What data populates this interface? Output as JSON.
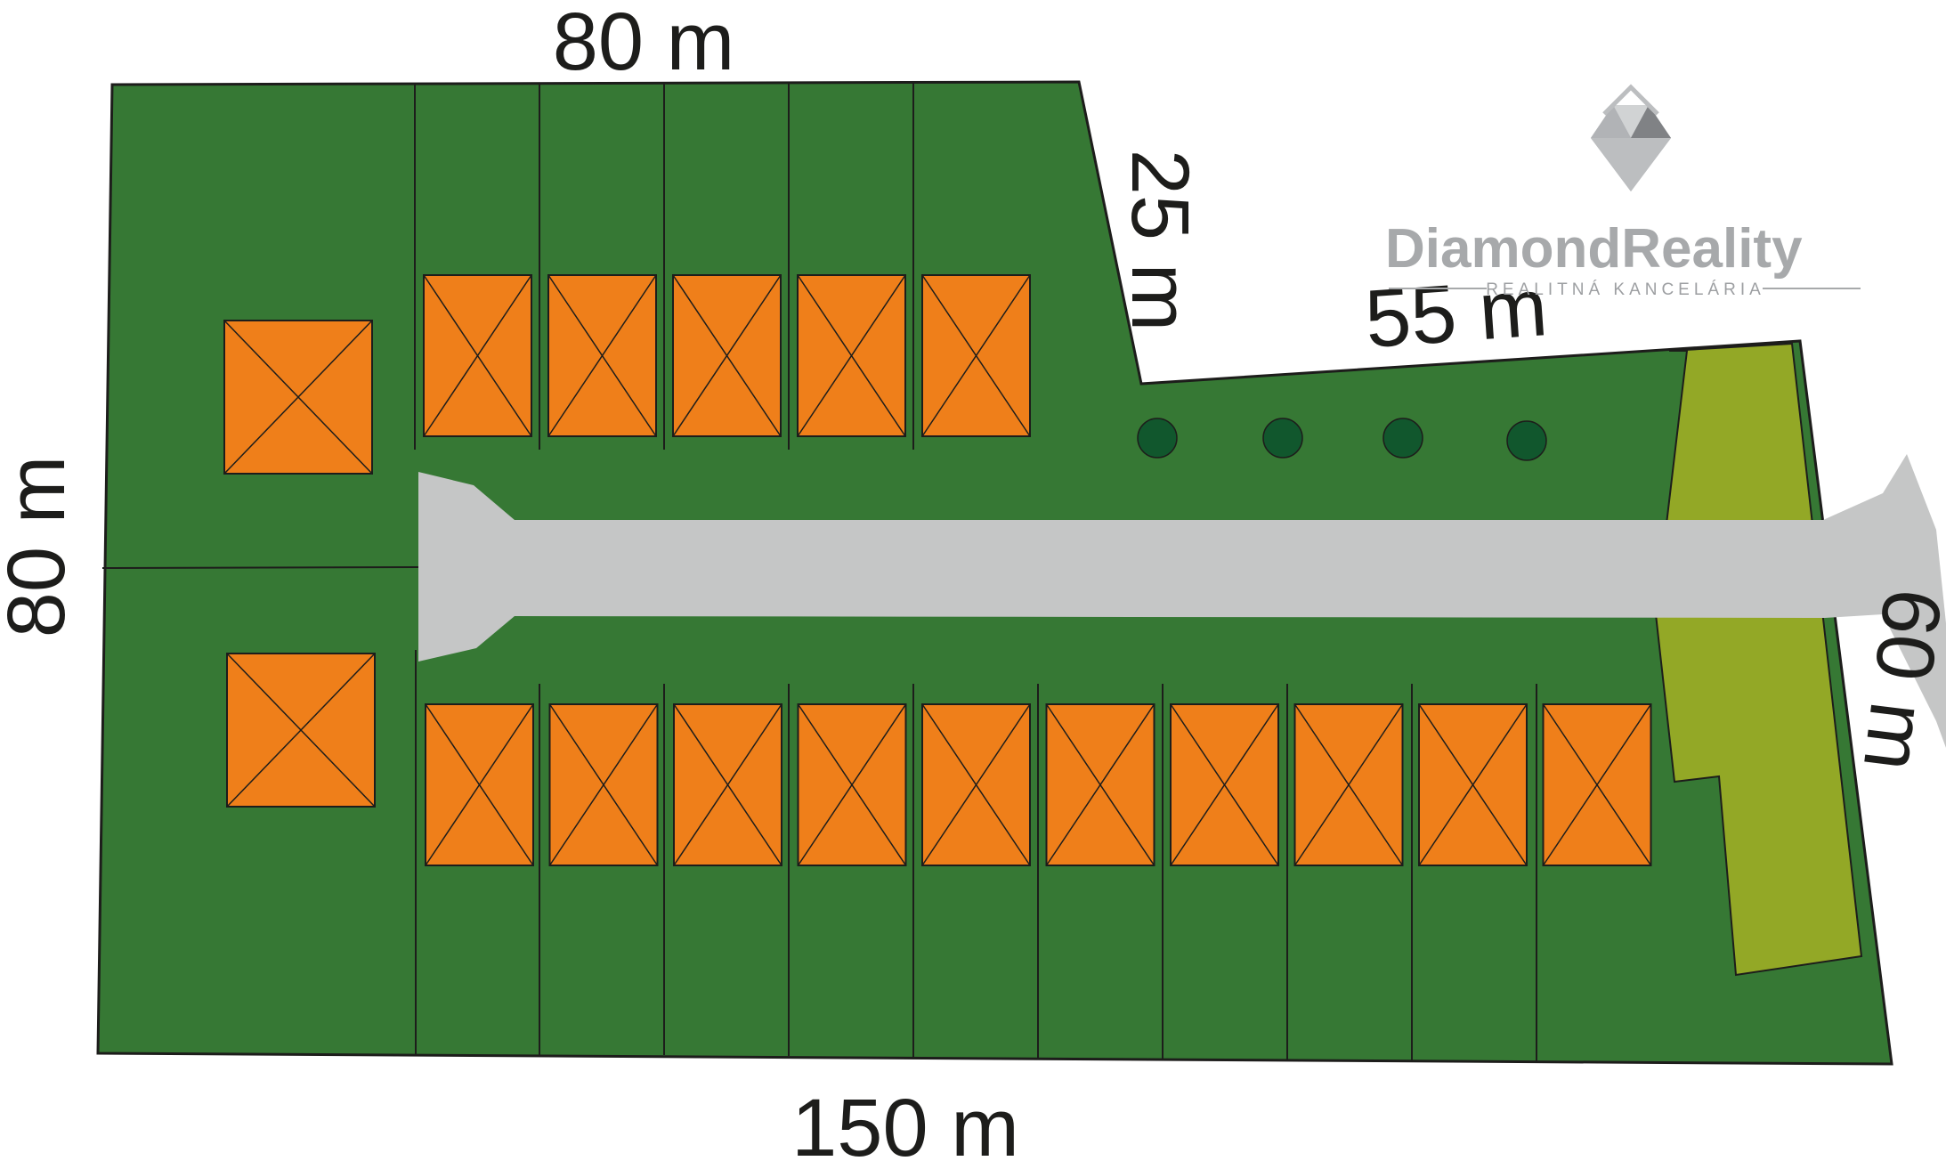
{
  "dimensions": {
    "top": "80 m",
    "left": "80 m",
    "bottom": "150 m",
    "diagonal": "25 m",
    "right_top": "55 m",
    "right_side": "60 m"
  },
  "branding": {
    "name_part1": "Diamond",
    "name_part2": "Reality",
    "tagline": "REALITNÁ KANCELÁRIA"
  },
  "colors": {
    "land": "#367834",
    "house": "#ef7f1a",
    "road": "#c5c6c6",
    "greenery_strip": "#93a826",
    "tree": "#11572d",
    "outline": "#1d1d1b"
  },
  "plots": {
    "top_row_houses": 5,
    "bottom_row_houses": 10,
    "large_houses": 2,
    "trees": 4
  }
}
